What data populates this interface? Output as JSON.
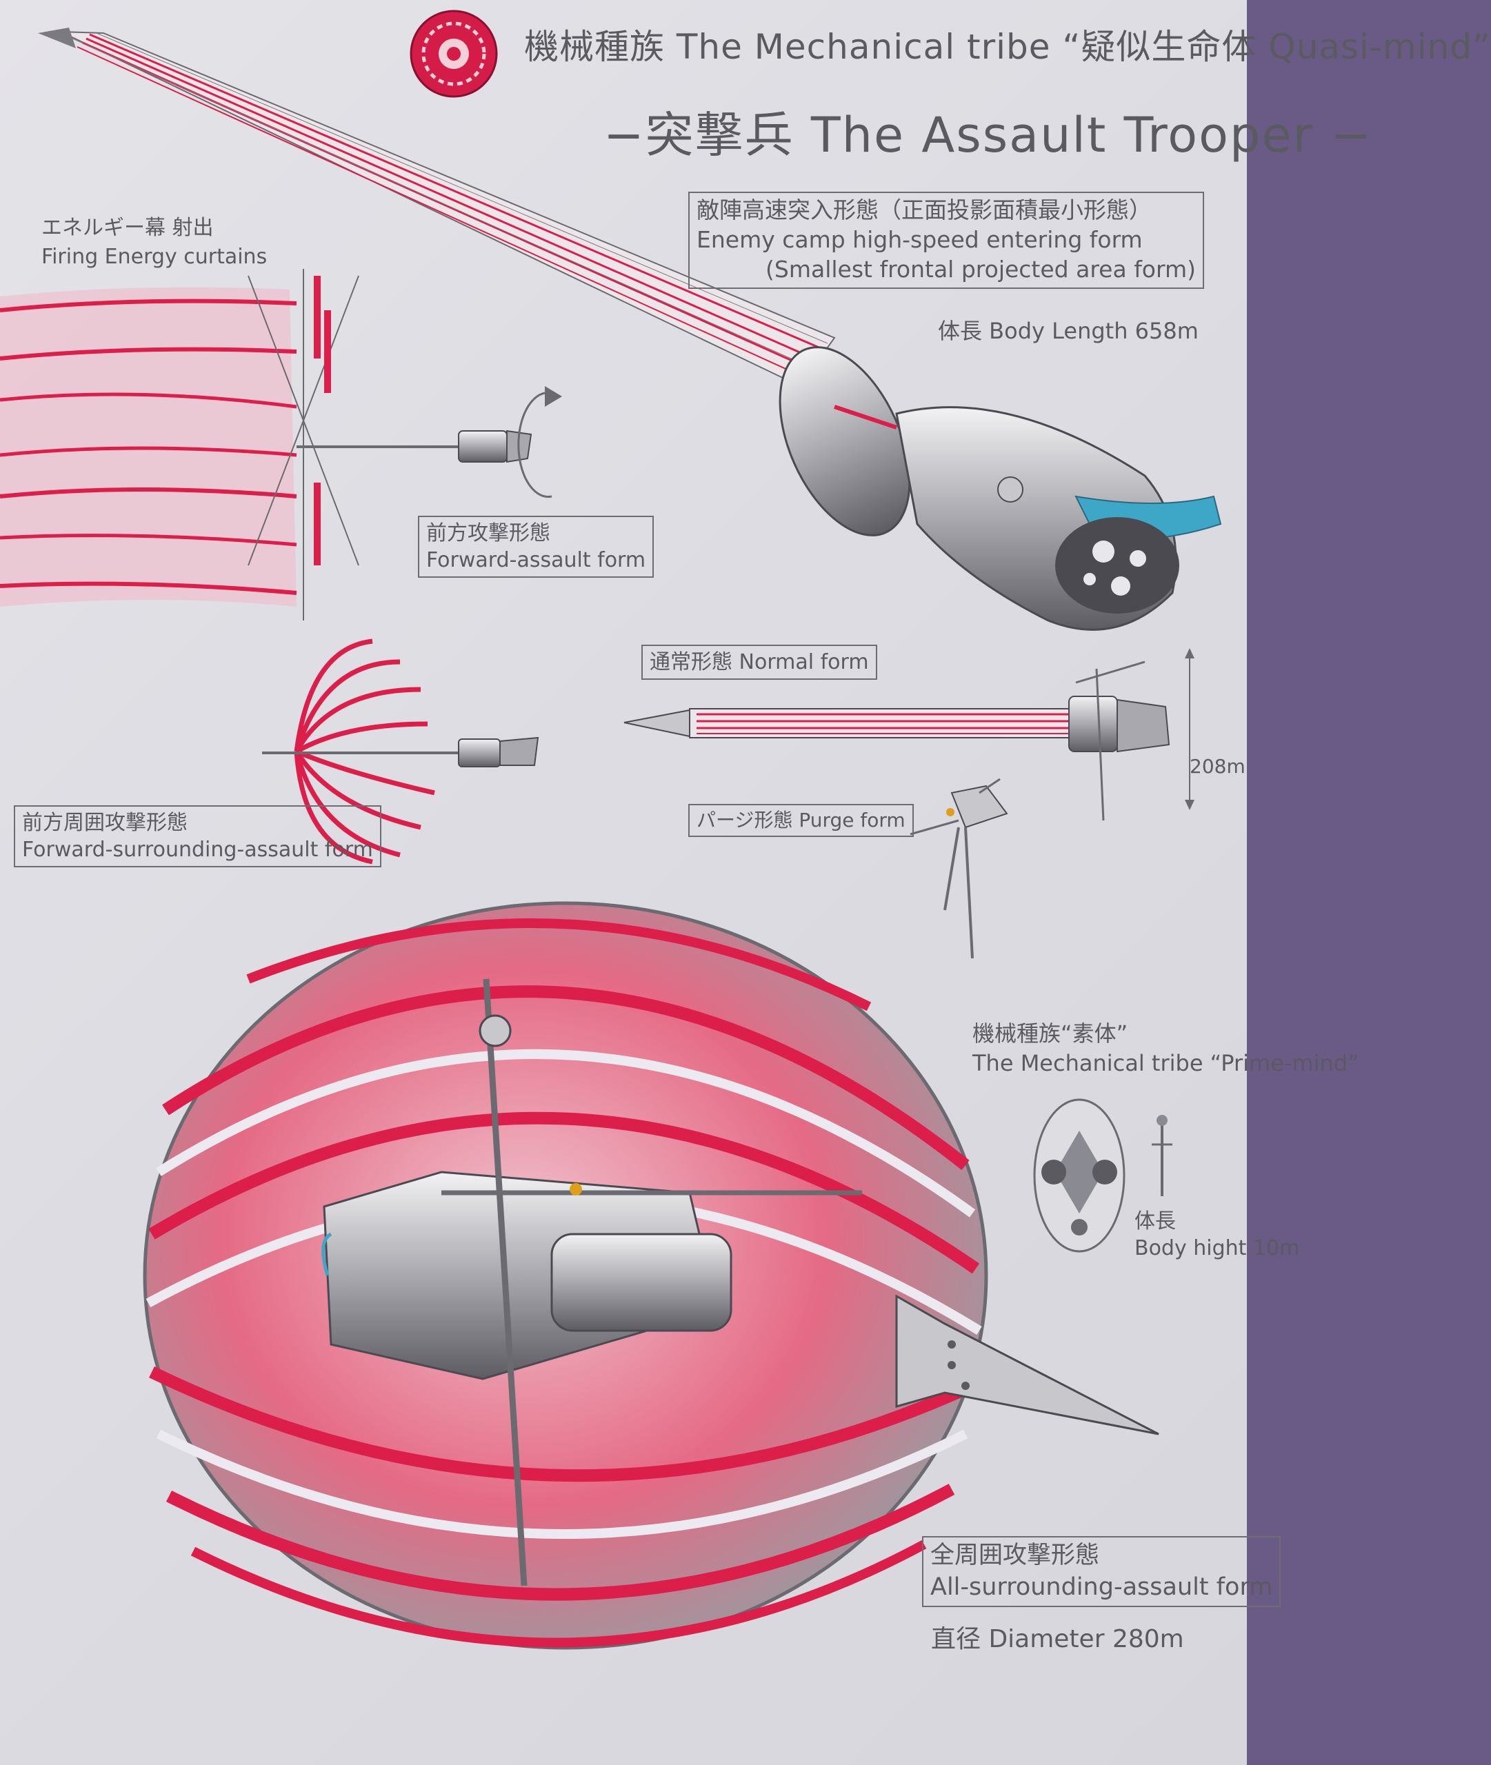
{
  "title": {
    "line1": "機械種族 The Mechanical tribe “疑似生命体 Quasi-mind”",
    "line2": "−突撃兵 The Assault Trooper −"
  },
  "labels": {
    "energy_jp": "エネルギー幕 射出",
    "energy_en": "Firing Energy curtains",
    "enemy_jp": "敵陣高速突入形態（正面投影面積最小形態）",
    "enemy_en1": "Enemy camp high-speed entering form",
    "enemy_en2": "(Smallest frontal projected area form)",
    "body_length": "体長 Body Length 658m",
    "forward_jp": "前方攻撃形態",
    "forward_en": "Forward-assault form",
    "normal": "通常形態 Normal form",
    "height_208": "208m",
    "purge": "パージ形態 Purge form",
    "fsurround_jp": "前方周囲攻撃形態",
    "fsurround_en": "Forward-surrounding-assault form",
    "prime_jp": "機械種族“素体”",
    "prime_en": "The Mechanical tribe “Prime-mind”",
    "bodyhight_jp": "体長",
    "bodyhight_en": "Body hight 10m",
    "allsurround_jp": "全周囲攻撃形態",
    "allsurround_en": "All-surrounding-assault form",
    "diameter": "直径 Diameter 280m"
  },
  "colors": {
    "paper": "#e0e0e6",
    "ink": "#5a5a60",
    "crimson": "#dc1e4a",
    "steel": "#8a8a92",
    "accent_blue": "#3ea6c6"
  }
}
